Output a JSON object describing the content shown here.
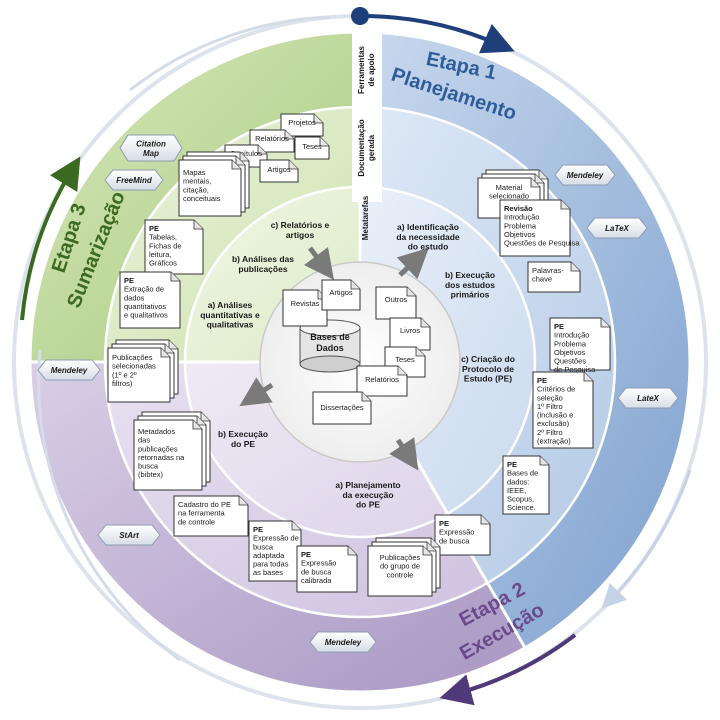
{
  "stages": {
    "planning": {
      "title_1": "Etapa 1",
      "title_2": "Planejamento",
      "color": "#2f5d9a"
    },
    "execution": {
      "title_1": "Etapa 2",
      "title_2": "Execução",
      "color": "#6a4a8c"
    },
    "summarization": {
      "title_1": "Etapa 3",
      "title_2": "Sumarização",
      "color": "#3d6a22"
    }
  },
  "ring_labels": {
    "tools": [
      "Ferramentas",
      "de apoio"
    ],
    "documentation": [
      "Documentação",
      "gerada"
    ],
    "metatasks": [
      "Metatarefas"
    ]
  },
  "center": {
    "label_1": "Bases de",
    "label_2": "Dados"
  },
  "tools": {
    "citation_map": [
      "Citation",
      "Map"
    ],
    "freemind": "FreeMind",
    "mendeley_top": "Mendeley",
    "latex_top": "LaTeX",
    "latex_right": "LateX",
    "mendeley_left": "Mendeley",
    "start": "StArt",
    "mendeley_bottom": "Mendeley"
  },
  "sources": [
    "Revistas",
    "Artigos",
    "Outros",
    "Livros",
    "Teses",
    "Relatórios",
    "Dissertações"
  ],
  "metatasks": {
    "plan_a": [
      "a) Identificação",
      "da necessidade",
      "do estudo"
    ],
    "plan_b": [
      "b) Execução",
      "dos estudos",
      "primários"
    ],
    "plan_c": [
      "c) Criação do",
      "Protocolo de",
      "Estudo (PE)"
    ],
    "exec_a": [
      "a) Planejamento",
      "da execução",
      "do PE"
    ],
    "exec_b": [
      "b) Execução",
      "do PE"
    ],
    "sum_a": [
      "a) Análises",
      "quantitativas e",
      "qualitativas"
    ],
    "sum_b": [
      "b) Análises das",
      "publicações"
    ],
    "sum_c": [
      "c) Relatórios e",
      "artigos"
    ]
  },
  "documents": {
    "projetos": "Projetos",
    "relatorios": "Relatórios",
    "teses": "Teses",
    "capitulos": "Capítulos",
    "artigos": "Artigos",
    "mapas": [
      "Mapas",
      "mentais,",
      "citação,",
      "conceituais"
    ],
    "pe_tabelas": [
      "PE",
      "Tabelas,",
      "Fichas de",
      "leitura,",
      "Gráficos"
    ],
    "pe_extracao": [
      "PE",
      "Extração de",
      "dados",
      "quantitativos",
      "e qualitativos"
    ],
    "material": [
      "Material",
      "selecionado"
    ],
    "revisao": [
      "Revisão",
      "Introdução",
      "Problema",
      "Objetivos",
      "Questões de Pesquisa"
    ],
    "palavras": [
      "Palavras-",
      "chave"
    ],
    "pe_intro": [
      "PE",
      "Introdução",
      "Problema",
      "Objetivos",
      "Questões",
      "de Pesquisa"
    ],
    "pe_criterios": [
      "PE",
      "Critérios de",
      "seleção",
      "1º Filtro",
      "(inclusão e",
      "exclusão)",
      "2º Filtro",
      "(extração)"
    ],
    "pe_bases": [
      "PE",
      "Bases de",
      "dados:",
      "IEEE,",
      "Scopus,",
      "Science."
    ],
    "publicacoes_sel": [
      "Publicações",
      "selecionadas",
      "(1º e 2º",
      "filtros)"
    ],
    "metadados": [
      "Metadados",
      "das",
      "publicações",
      "retornadas na",
      "busca",
      "(bibtex)"
    ],
    "cadastro": [
      "Cadastro do PE",
      "na ferramenta",
      "de controle"
    ],
    "pe_expr_adapt": [
      "PE",
      "Expressão de",
      "busca",
      "adaptada",
      "para todas",
      "as bases"
    ],
    "pe_expr_calib": [
      "PE",
      "Expressão",
      "de busca",
      "calibrada"
    ],
    "pe_expr_busca": [
      "PE",
      "Expressão",
      "de busca"
    ],
    "publicacoes_grupo": [
      "Publicações",
      "do grupo de",
      "controle"
    ]
  }
}
